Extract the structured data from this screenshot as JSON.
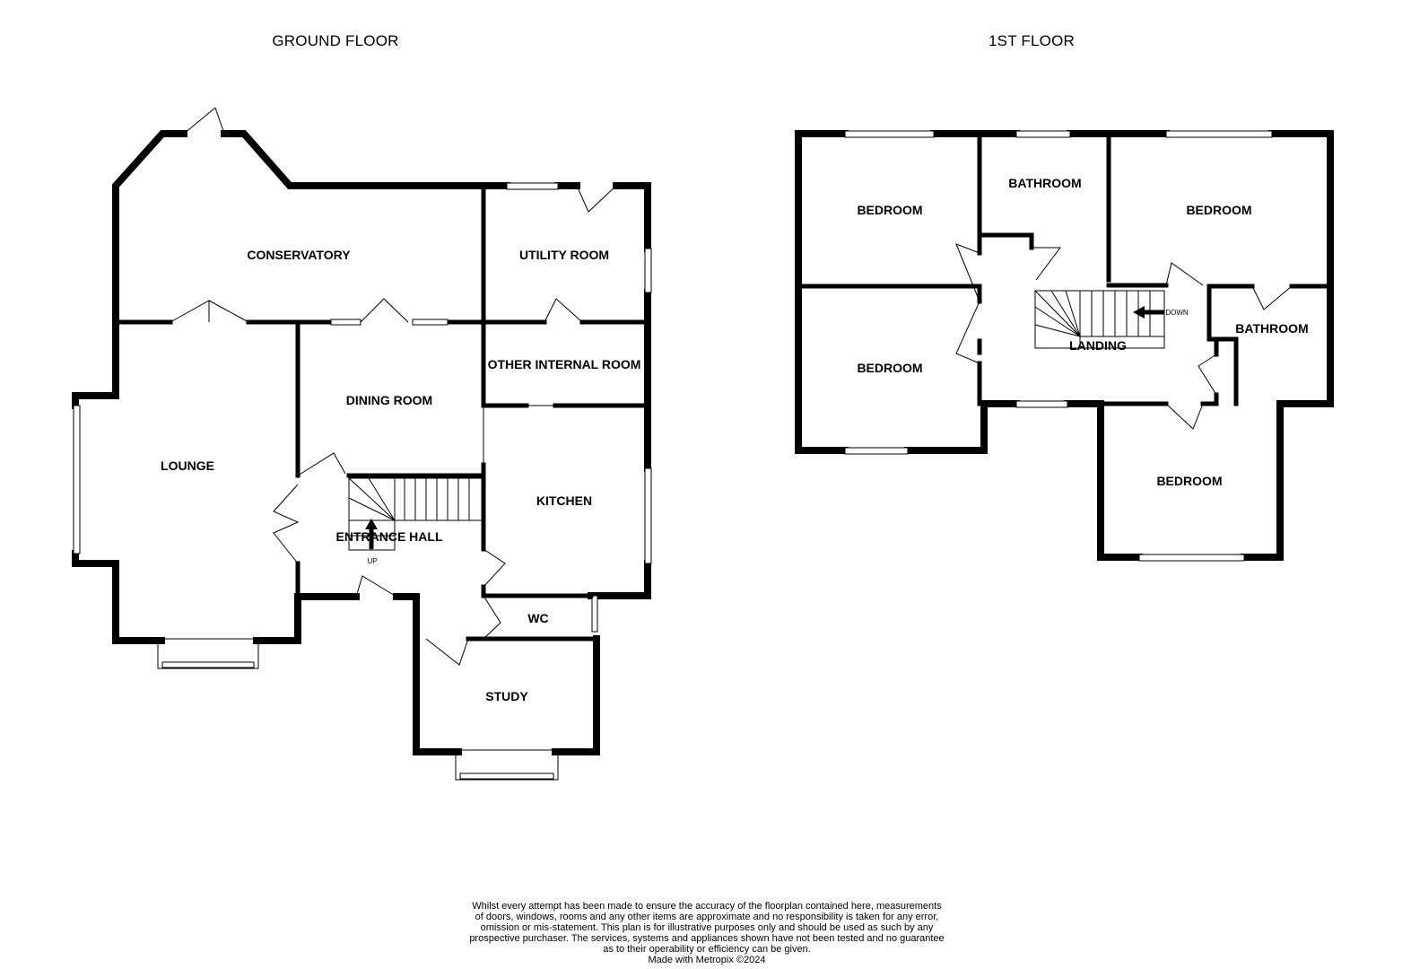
{
  "floors": {
    "ground": {
      "title": "GROUND FLOOR",
      "rooms": {
        "conservatory": "CONSERVATORY",
        "utility_room": "UTILITY ROOM",
        "lounge": "LOUNGE",
        "dining_room": "DINING ROOM",
        "other_internal_room": "OTHER INTERNAL ROOM",
        "kitchen": "KITCHEN",
        "entrance_hall": "ENTRANCE HALL",
        "wc": "WC",
        "study": "STUDY"
      },
      "stairs_label": "UP"
    },
    "first": {
      "title": "1ST FLOOR",
      "rooms": {
        "bedroom_1": "BEDROOM",
        "bathroom_1": "BATHROOM",
        "bedroom_2": "BEDROOM",
        "bedroom_3": "BEDROOM",
        "landing": "LANDING",
        "bathroom_2": "BATHROOM",
        "bedroom_4": "BEDROOM"
      },
      "stairs_label": "DOWN"
    }
  },
  "disclaimer": {
    "lines": [
      "Whilst every attempt has been made to ensure the accuracy of the floorplan contained here, measurements",
      "of doors, windows, rooms and any other items are approximate and no responsibility is taken for any error,",
      "omission or mis-statement. This plan is for illustrative purposes only and should be used as such by any",
      "prospective purchaser. The services, systems and appliances shown have not been tested and no guarantee",
      "as to their operability or efficiency can be given.",
      "Made with Metropix ©2024"
    ]
  }
}
